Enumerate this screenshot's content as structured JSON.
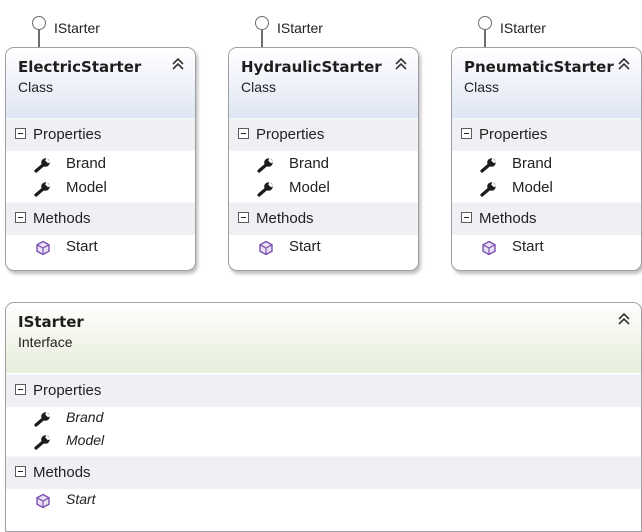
{
  "lollipops": [
    "IStarter",
    "IStarter",
    "IStarter"
  ],
  "classes": [
    {
      "name": "ElectricStarter",
      "kind": "Class",
      "properties_label": "Properties",
      "properties": [
        "Brand",
        "Model"
      ],
      "methods_label": "Methods",
      "methods": [
        "Start"
      ]
    },
    {
      "name": "HydraulicStarter",
      "kind": "Class",
      "properties_label": "Properties",
      "properties": [
        "Brand",
        "Model"
      ],
      "methods_label": "Methods",
      "methods": [
        "Start"
      ]
    },
    {
      "name": "PneumaticStarter",
      "kind": "Class",
      "properties_label": "Properties",
      "properties": [
        "Brand",
        "Model"
      ],
      "methods_label": "Methods",
      "methods": [
        "Start"
      ]
    }
  ],
  "interface": {
    "name": "IStarter",
    "kind": "Interface",
    "properties_label": "Properties",
    "properties": [
      "Brand",
      "Model"
    ],
    "methods_label": "Methods",
    "methods": [
      "Start"
    ]
  },
  "icons": {
    "property": "wrench-icon",
    "method": "cube-icon",
    "collapse": "chevron-up-icon",
    "section_toggle": "minus-box-icon"
  },
  "colors": {
    "class_header": "#dfe5f3",
    "interface_header": "#e7eedc",
    "method_icon": "#7a4fb0",
    "border": "#9ea0a3"
  }
}
